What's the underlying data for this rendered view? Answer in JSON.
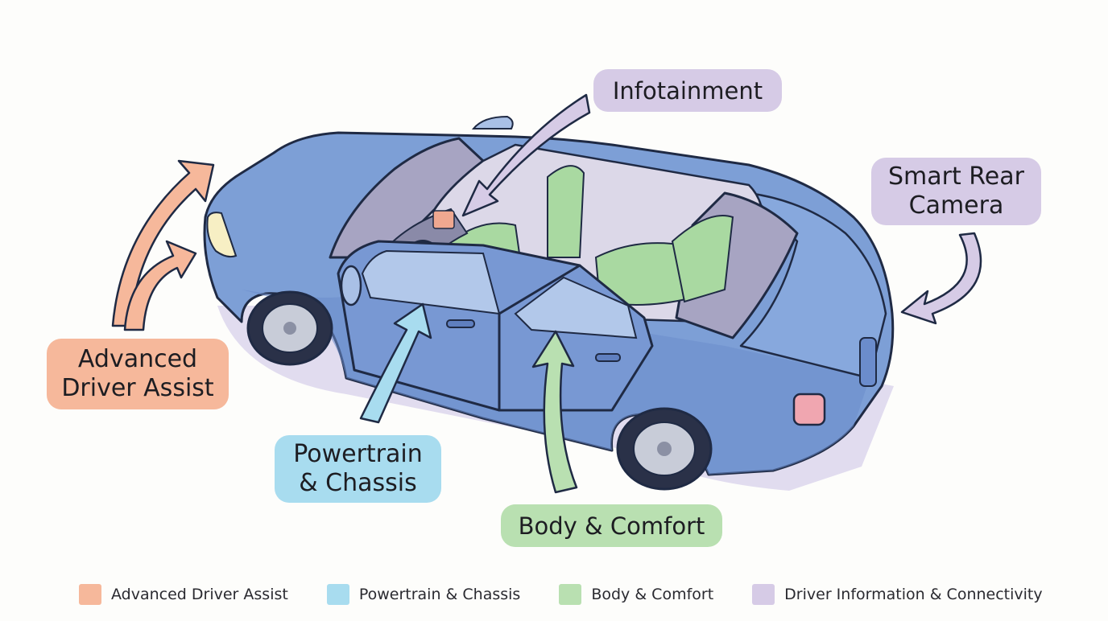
{
  "colors": {
    "advanced_driver_assist": "#f6b89b",
    "powertrain_chassis": "#a8dcef",
    "body_comfort": "#b9e0b1",
    "driver_info": "#d6cbe6",
    "car_body": "#7d9fd6",
    "outline": "#1f2a44"
  },
  "callouts": {
    "adas": [
      "Advanced",
      "Driver Assist"
    ],
    "powertrain": [
      "Powertrain",
      "& Chassis"
    ],
    "body": "Body & Comfort",
    "infotainment": "Infotainment",
    "camera": [
      "Smart Rear",
      "Camera"
    ]
  },
  "legend": [
    {
      "label": "Advanced Driver Assist",
      "color": "#f6b89b"
    },
    {
      "label": "Powertrain & Chassis",
      "color": "#a8dcef"
    },
    {
      "label": "Body & Comfort",
      "color": "#b9e0b1"
    },
    {
      "label": "Driver Information & Connectivity",
      "color": "#d6cbe6"
    }
  ]
}
